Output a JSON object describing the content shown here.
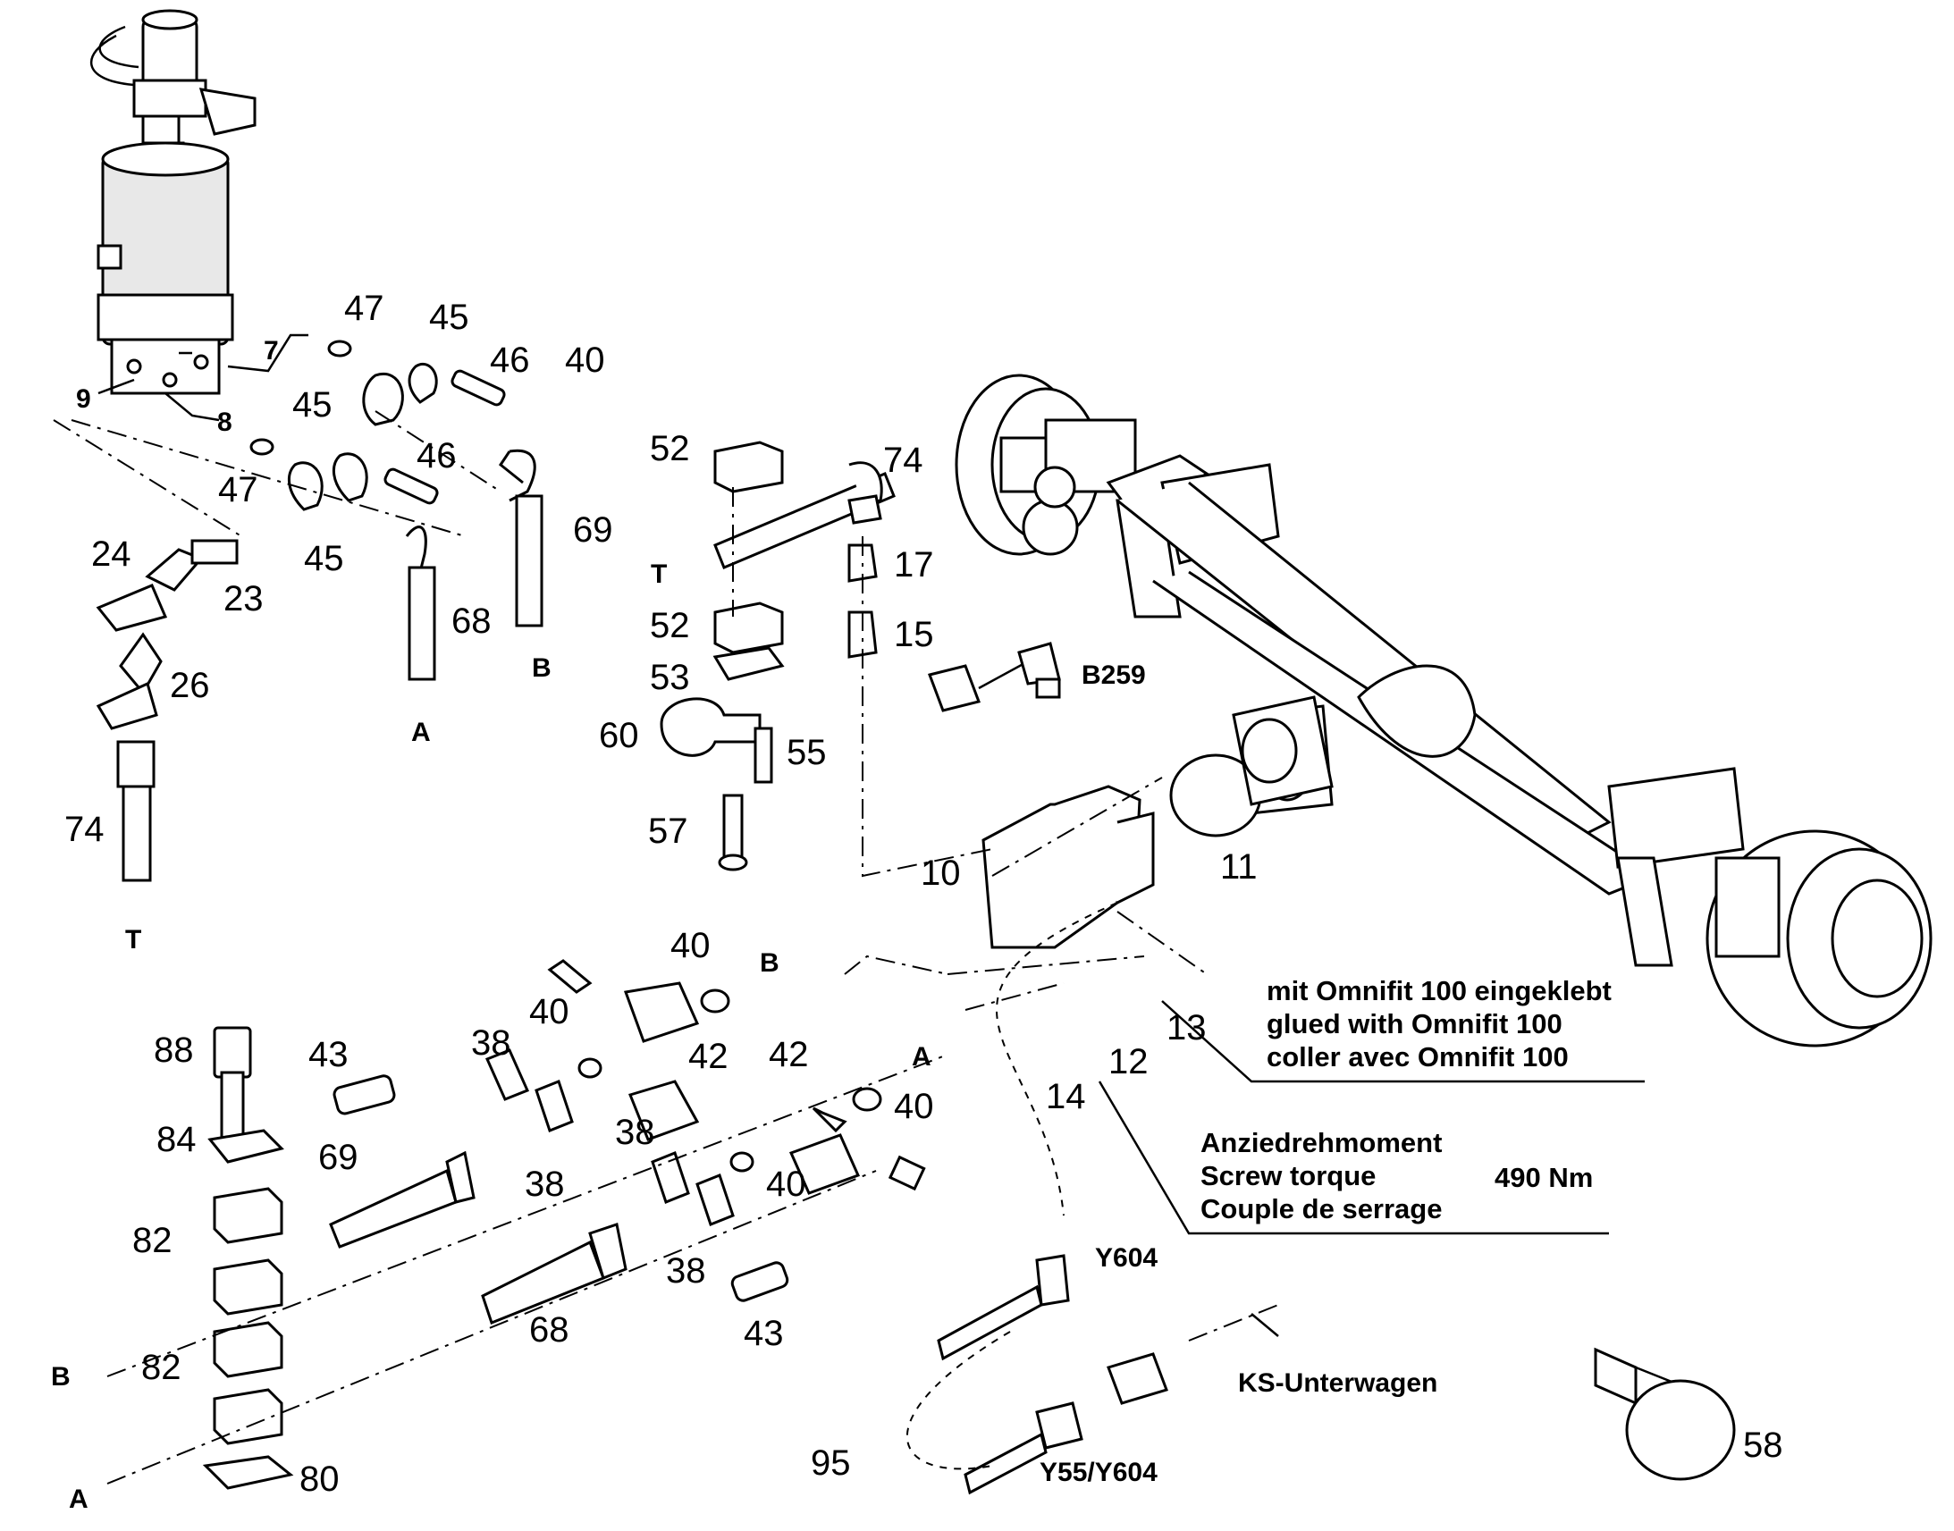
{
  "labels": {
    "l9": "9",
    "l7": "7",
    "l8": "8",
    "l47a": "47",
    "l45a": "45",
    "l46a": "46",
    "l40a": "40",
    "l45b": "45",
    "l46b": "46",
    "l47b": "47",
    "l45c": "45",
    "l69a": "69",
    "l68a": "68",
    "lAa": "A",
    "lBa": "B",
    "l24": "24",
    "l23": "23",
    "l26": "26",
    "l74a": "74",
    "lTa": "T",
    "l52a": "52",
    "l74b": "74",
    "lTb": "T",
    "l17": "17",
    "l52b": "52",
    "l15": "15",
    "l53": "53",
    "l60": "60",
    "l55": "55",
    "l57": "57",
    "lB259": "B259",
    "l10": "10",
    "l11": "11",
    "l40b": "40",
    "lBb": "B",
    "l40c": "40",
    "l42a": "42",
    "l13": "13",
    "l12": "12",
    "l14": "14",
    "l88": "88",
    "l43a": "43",
    "l38a": "38",
    "l42b": "42",
    "lAb": "A",
    "l40d": "40",
    "l84": "84",
    "l69b": "69",
    "l38b": "38",
    "l38c": "38",
    "l40e": "40",
    "l82a": "82",
    "l38d": "38",
    "lY604": "Y604",
    "l43b": "43",
    "l68b": "68",
    "lBc": "B",
    "l82b": "82",
    "lKS": "KS-Unterwagen",
    "l58": "58",
    "l95": "95",
    "lY55": "Y55/Y604",
    "lAc": "A",
    "l80": "80"
  },
  "notes": {
    "glue": [
      "mit Omnifit 100 eingeklebt",
      "glued with Omnifit 100",
      "coller avec Omnifit 100"
    ],
    "torque_labels": [
      "Anziedrehmoment",
      "Screw torque",
      "Couple de serrage"
    ],
    "torque_value": "490 Nm"
  }
}
